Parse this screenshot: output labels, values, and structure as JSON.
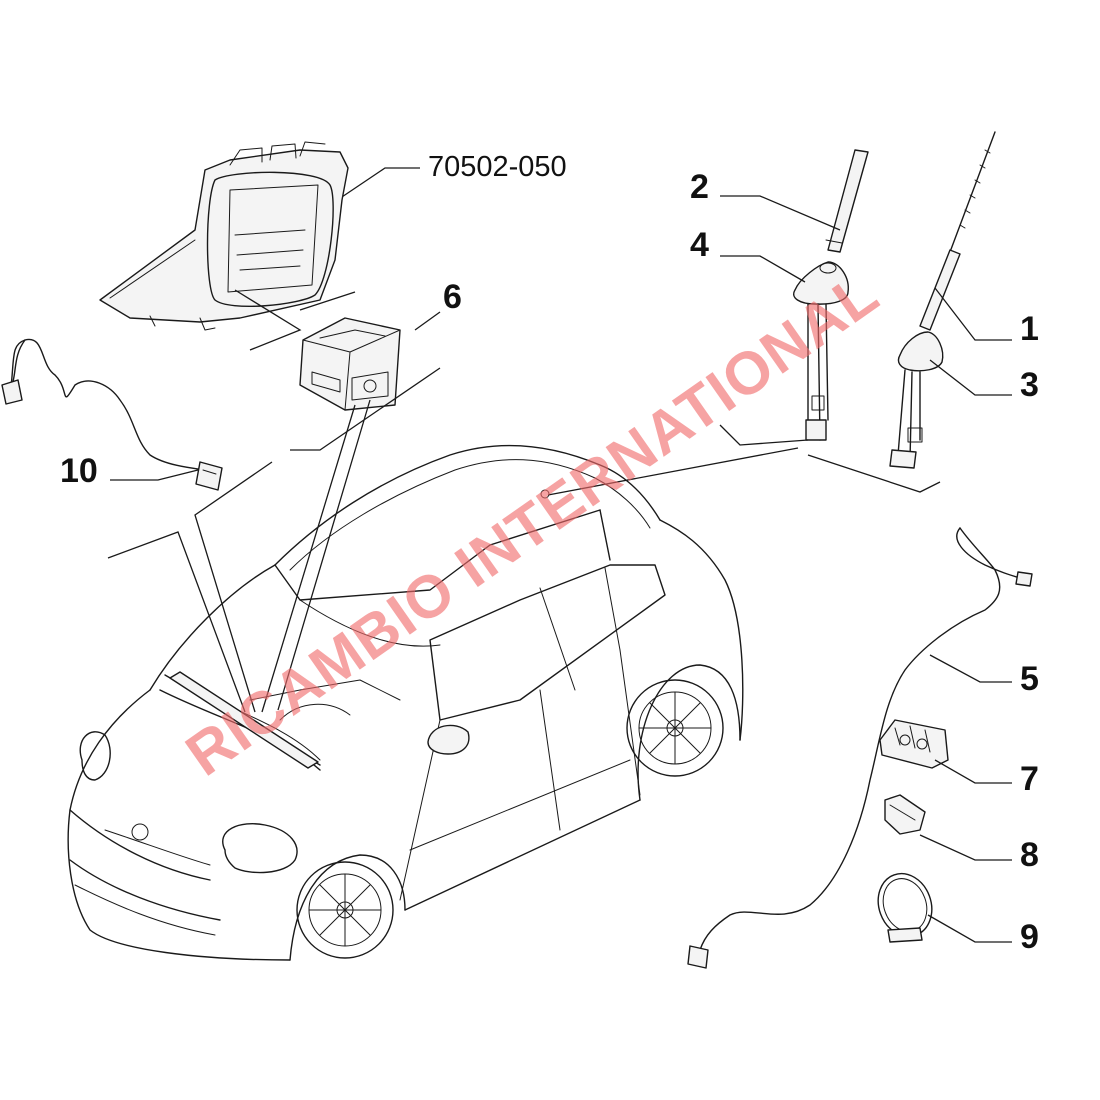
{
  "diagram": {
    "reference_code": "70502-050",
    "callouts": [
      {
        "id": "1",
        "label": "1"
      },
      {
        "id": "2",
        "label": "2"
      },
      {
        "id": "3",
        "label": "3"
      },
      {
        "id": "4",
        "label": "4"
      },
      {
        "id": "5",
        "label": "5"
      },
      {
        "id": "6",
        "label": "6"
      },
      {
        "id": "7",
        "label": "7"
      },
      {
        "id": "8",
        "label": "8"
      },
      {
        "id": "9",
        "label": "9"
      },
      {
        "id": "10",
        "label": "10"
      }
    ],
    "watermark": "RICAMBIO INTERNATIONAL"
  },
  "colors": {
    "line": "#1a1a1a",
    "watermark": "#f06a6a",
    "background": "#ffffff"
  }
}
